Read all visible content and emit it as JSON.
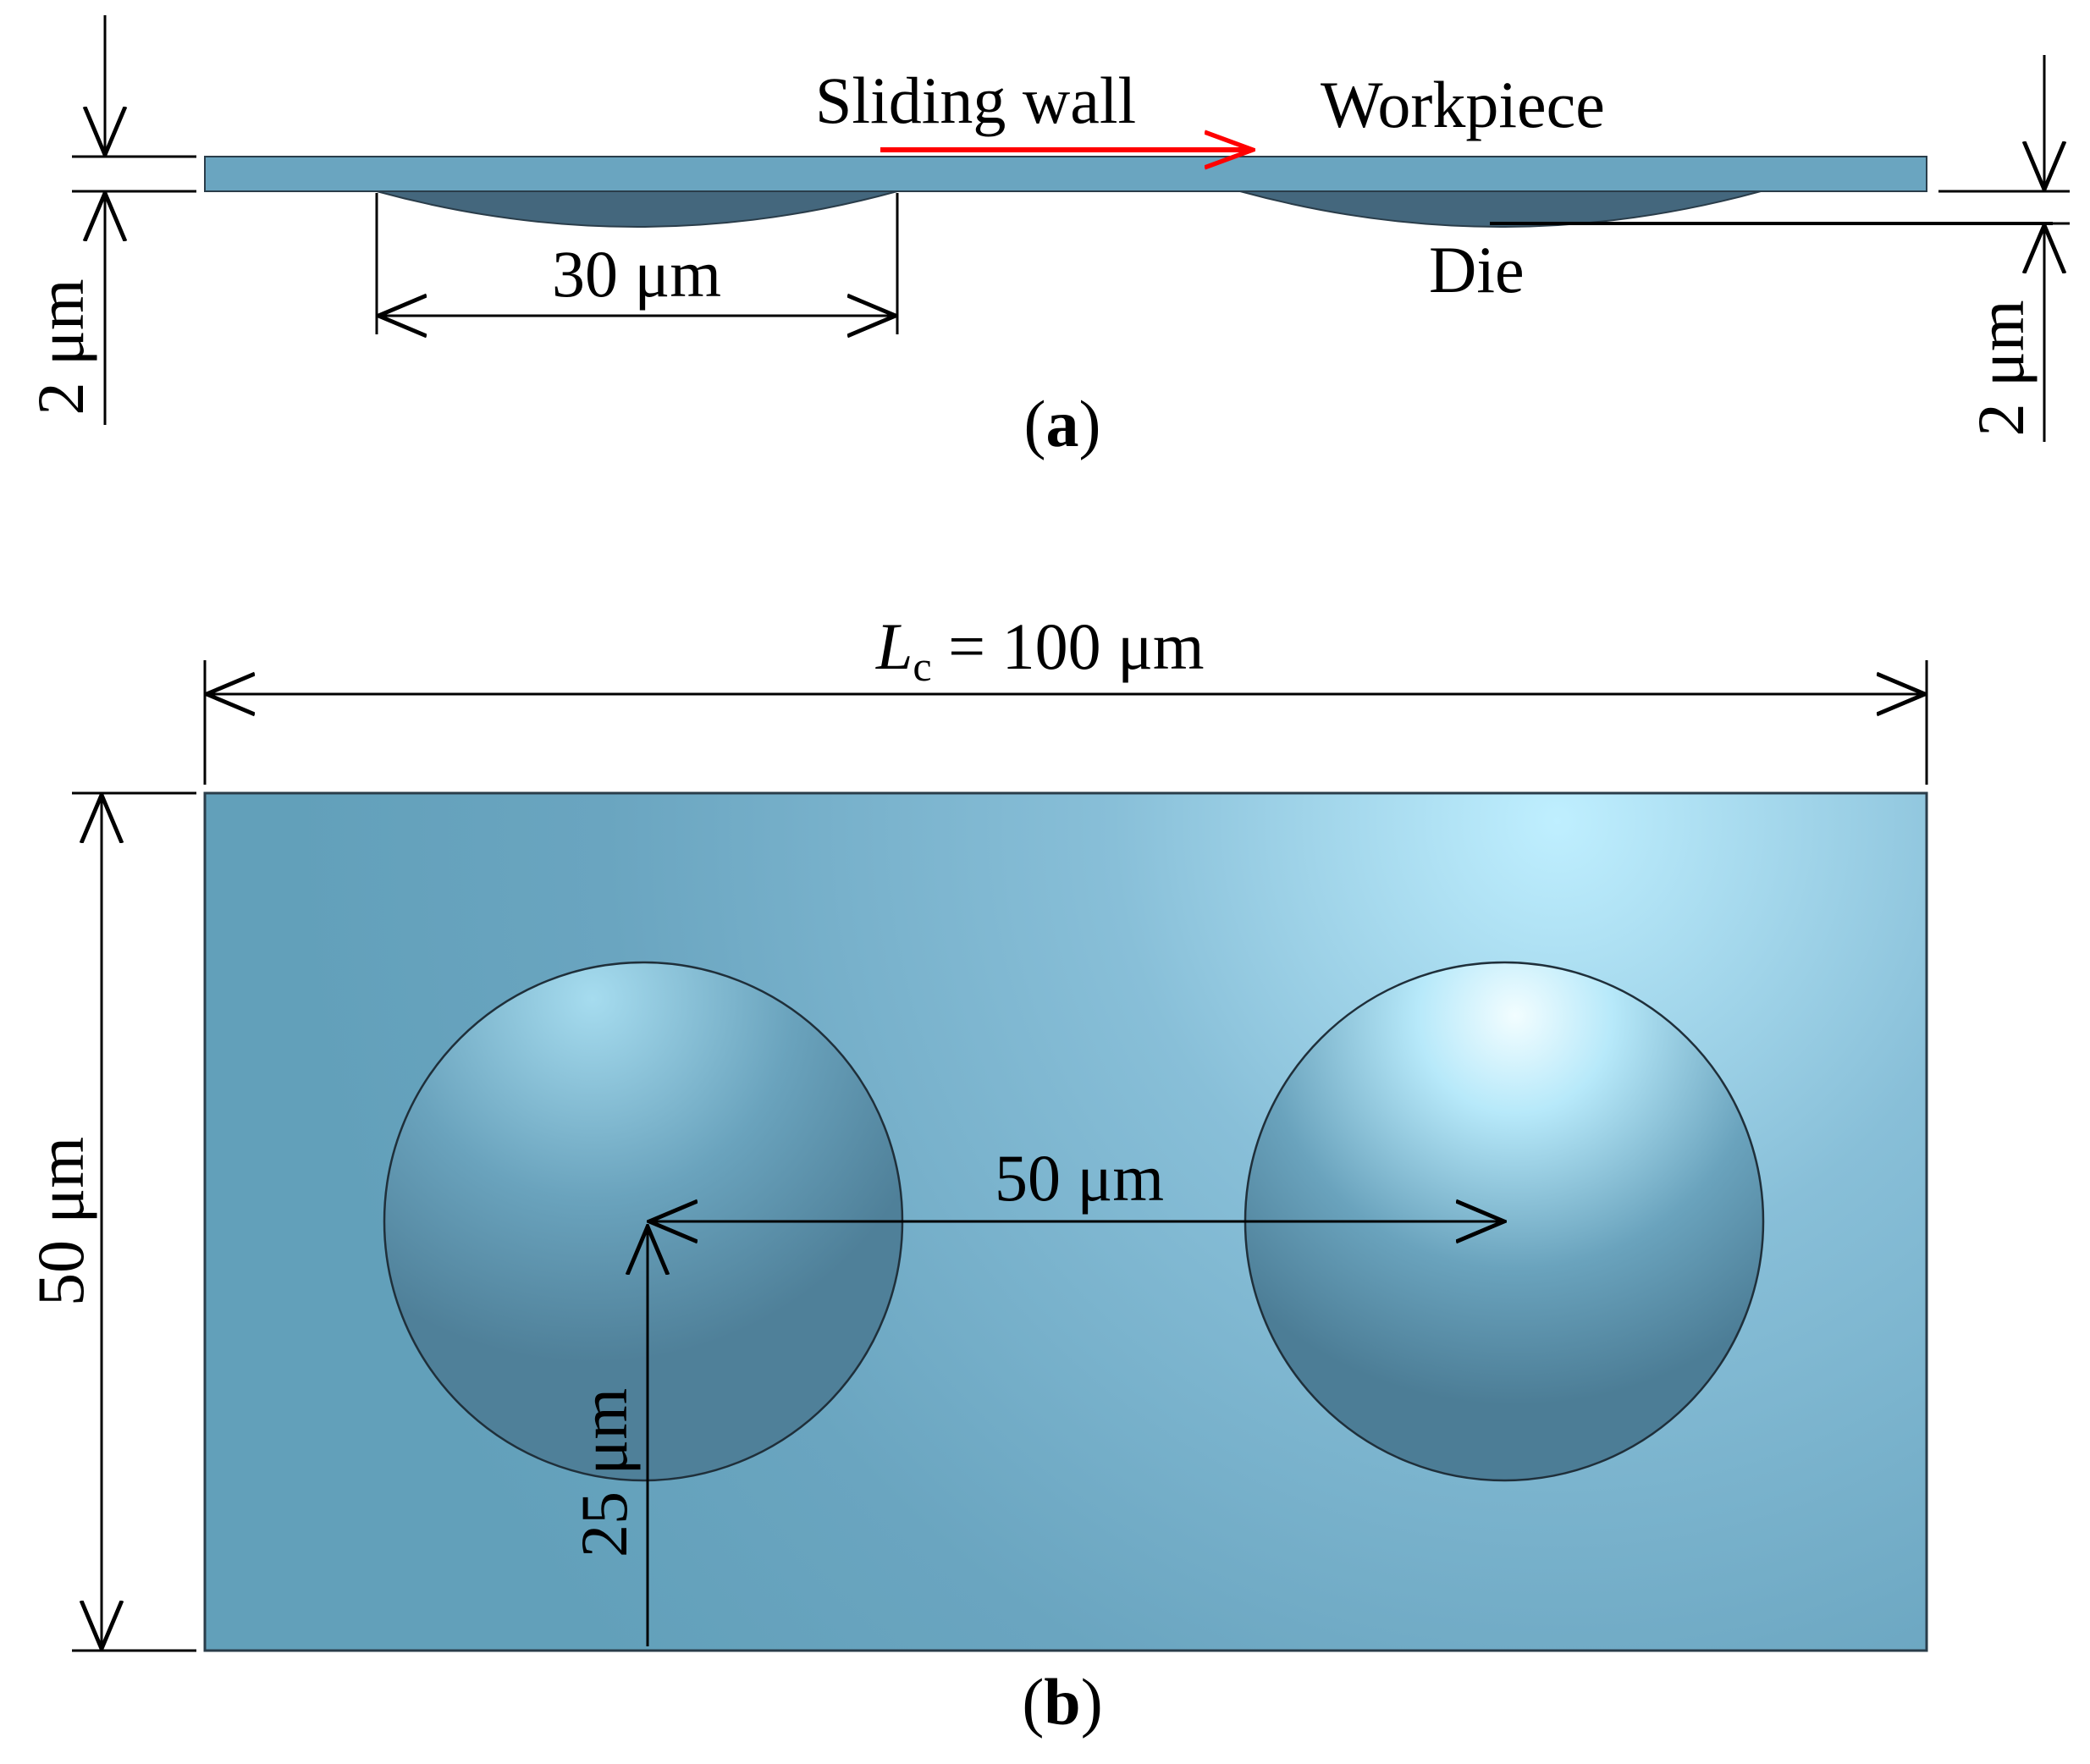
{
  "panel_a": {
    "sliding_wall_label": "Sliding wall",
    "workpiece_label": "Workpiece",
    "die_label": "Die",
    "dimple_width_label": "30 μm",
    "left_thickness_label": "2 μm",
    "right_depth_label": "2 μm",
    "caption_open": "(",
    "caption_letter": "a",
    "caption_close": ")"
  },
  "panel_b": {
    "length_symbol": "L",
    "length_subscript": "c",
    "length_value": " = 100 μm",
    "height_label": "50 μm",
    "spacing_label": "50 μm",
    "offset_label": "25 μm",
    "caption_open": "(",
    "caption_letter": "b",
    "caption_close": ")"
  },
  "colors": {
    "plate": "#6aa5c0",
    "plate_highlight": "#bfefff",
    "die": "#44677d",
    "sliding_wall_arrow": "#ff0000",
    "outline": "#000000"
  }
}
